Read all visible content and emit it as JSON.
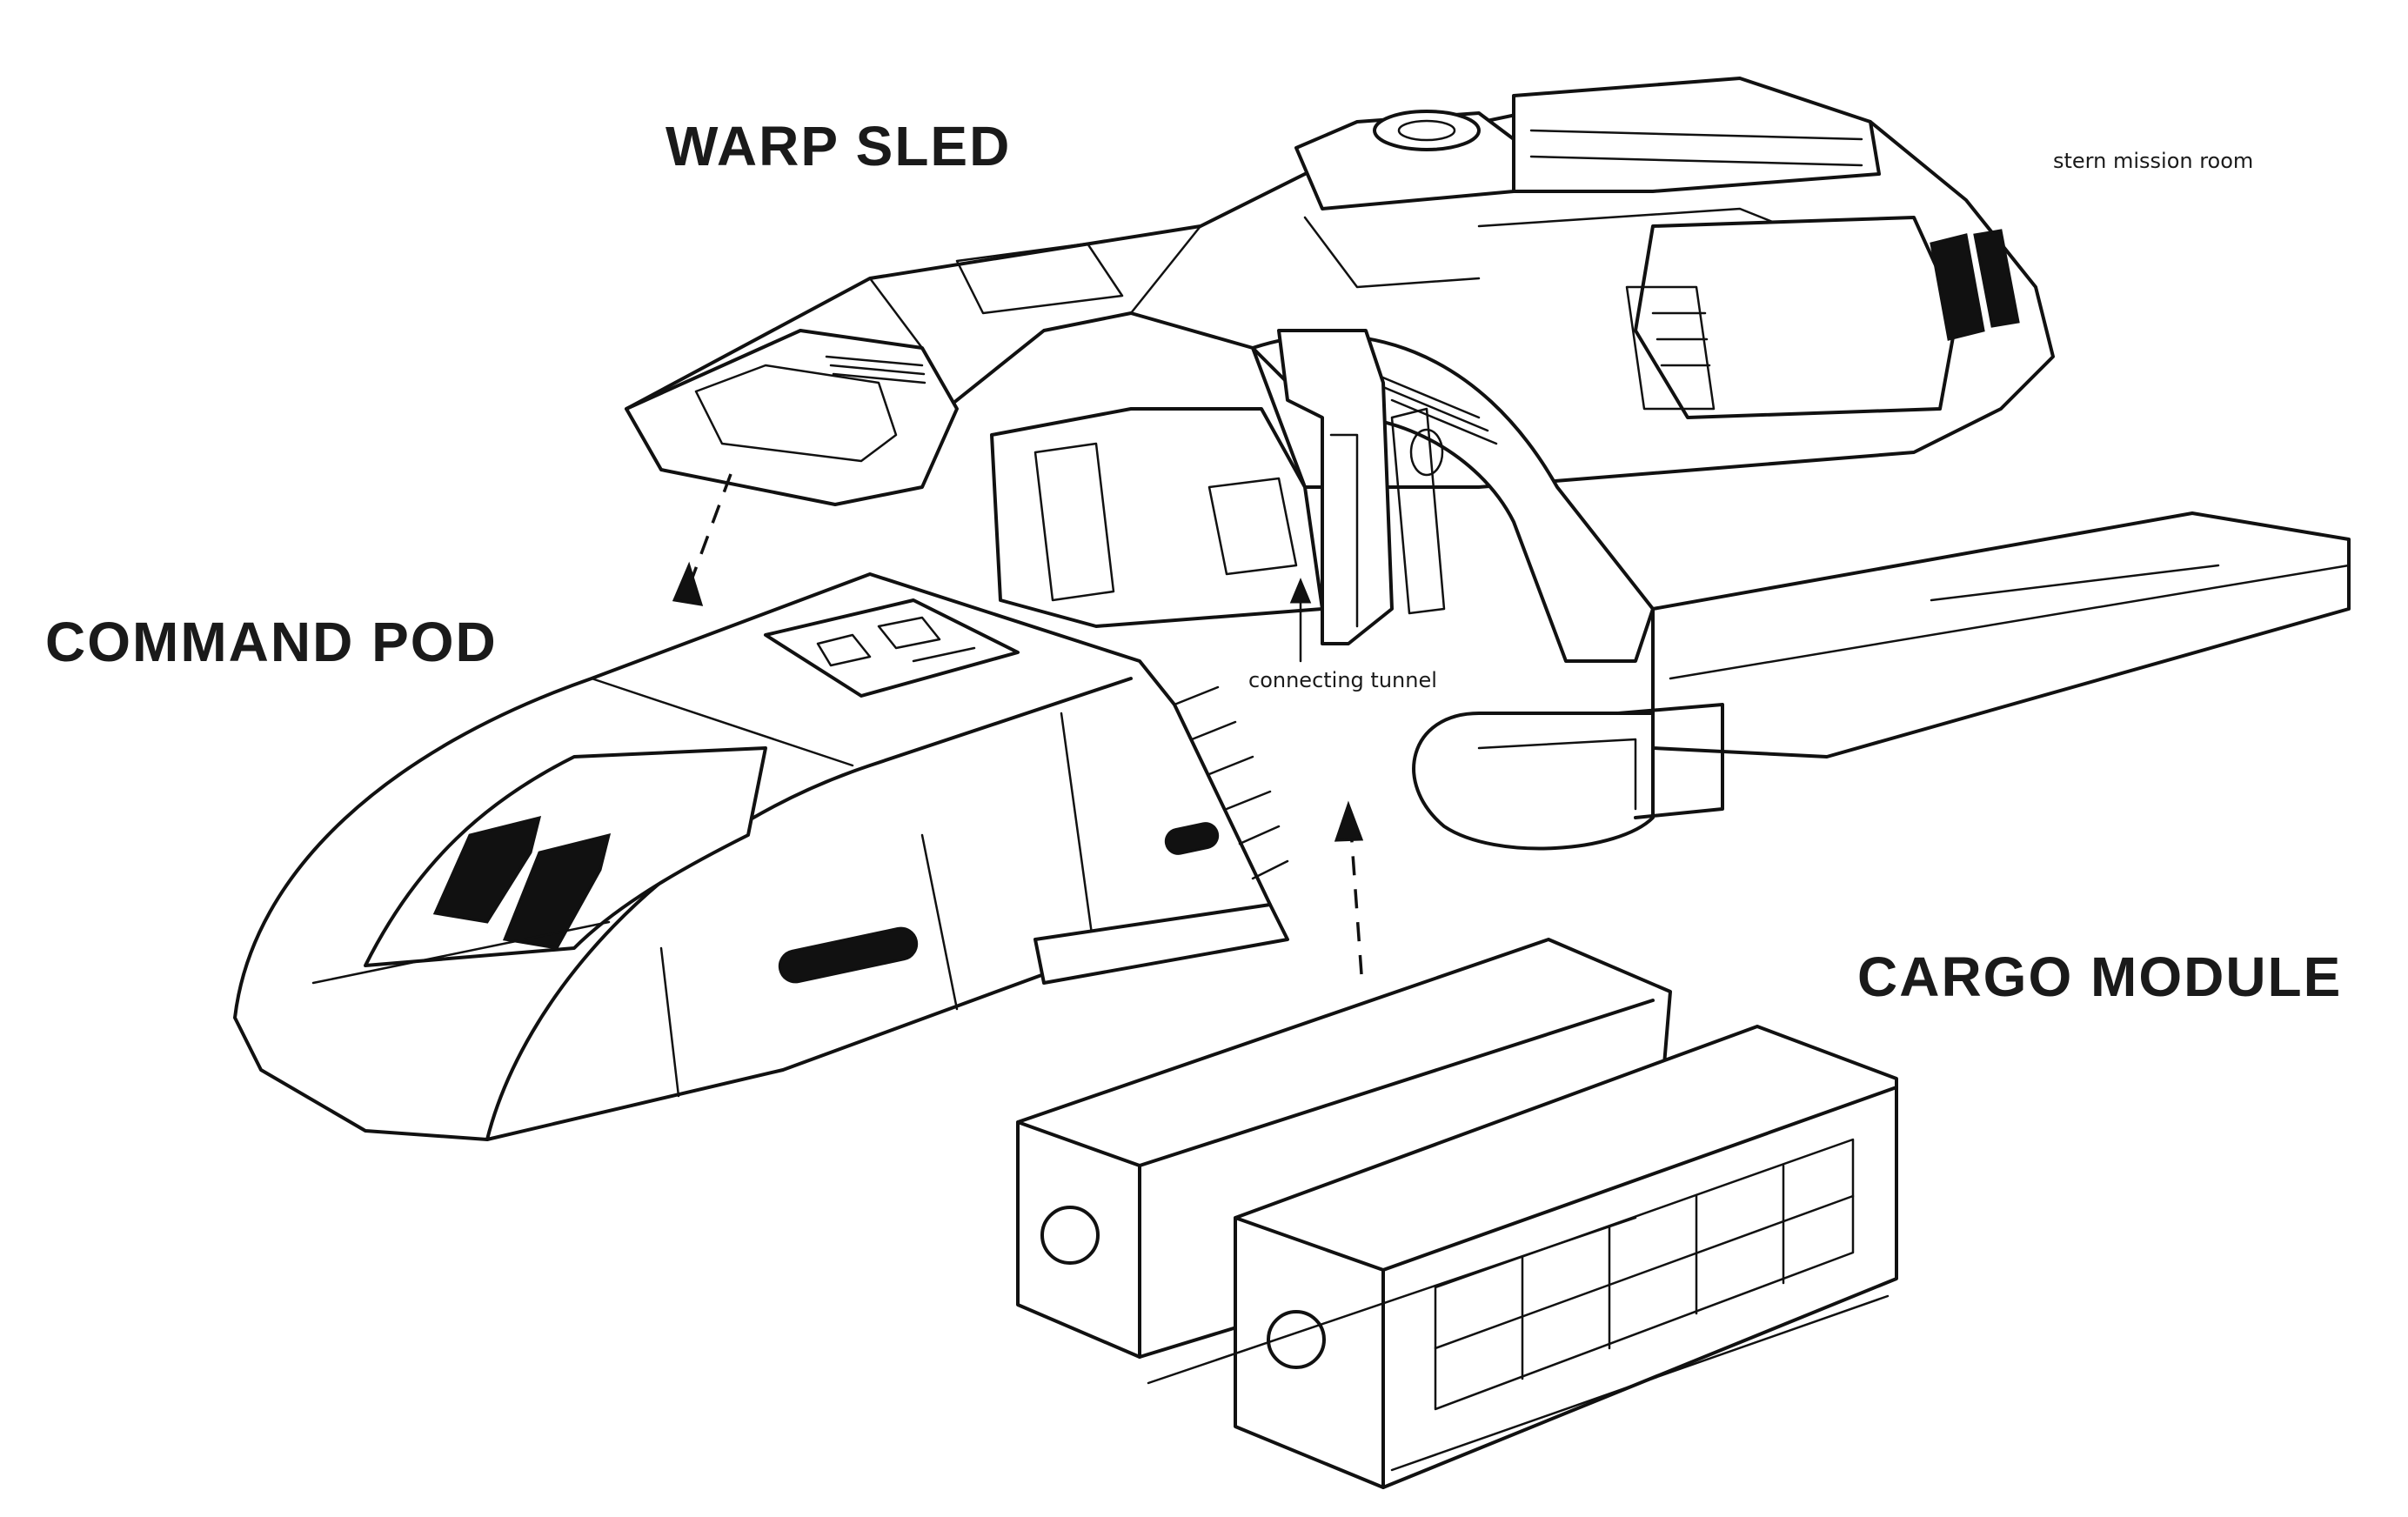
{
  "labels": {
    "warp_sled": "WARP SLED",
    "command_pod": "COMMAND POD",
    "cargo_module": "CARGO MODULE",
    "stern_mission_room": "stern mission room",
    "connecting_tunnel": "connecting tunnel"
  },
  "colors": {
    "ink": "#111111",
    "paper": "#ffffff"
  }
}
